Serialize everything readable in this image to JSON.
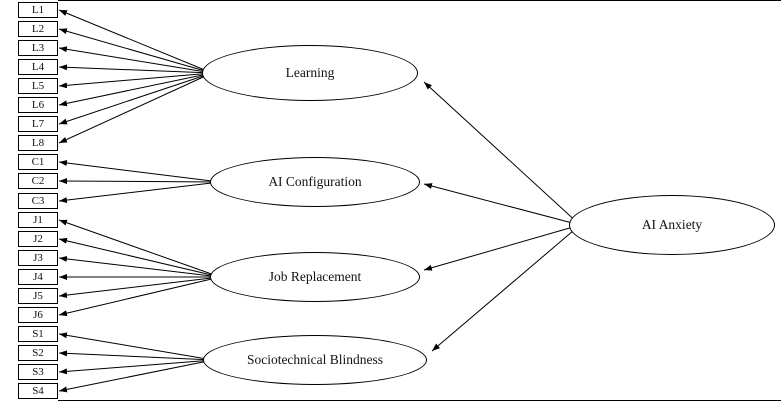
{
  "diagram": {
    "latents": {
      "learning": "Learning",
      "ai_configuration": "AI Configuration",
      "job_replacement": "Job Replacement",
      "sociotechnical_blindness": "Sociotechnical Blindness",
      "ai_anxiety": "AI Anxiety"
    },
    "indicators": {
      "learning": [
        "L1",
        "L2",
        "L3",
        "L4",
        "L5",
        "L6",
        "L7",
        "L8"
      ],
      "ai_configuration": [
        "C1",
        "C2",
        "C3"
      ],
      "job_replacement": [
        "J1",
        "J2",
        "J3",
        "J4",
        "J5",
        "J6"
      ],
      "sociotechnical_blindness": [
        "S1",
        "S2",
        "S3",
        "S4"
      ]
    },
    "colors": {
      "line": "#000000",
      "background": "#ffffff"
    }
  }
}
